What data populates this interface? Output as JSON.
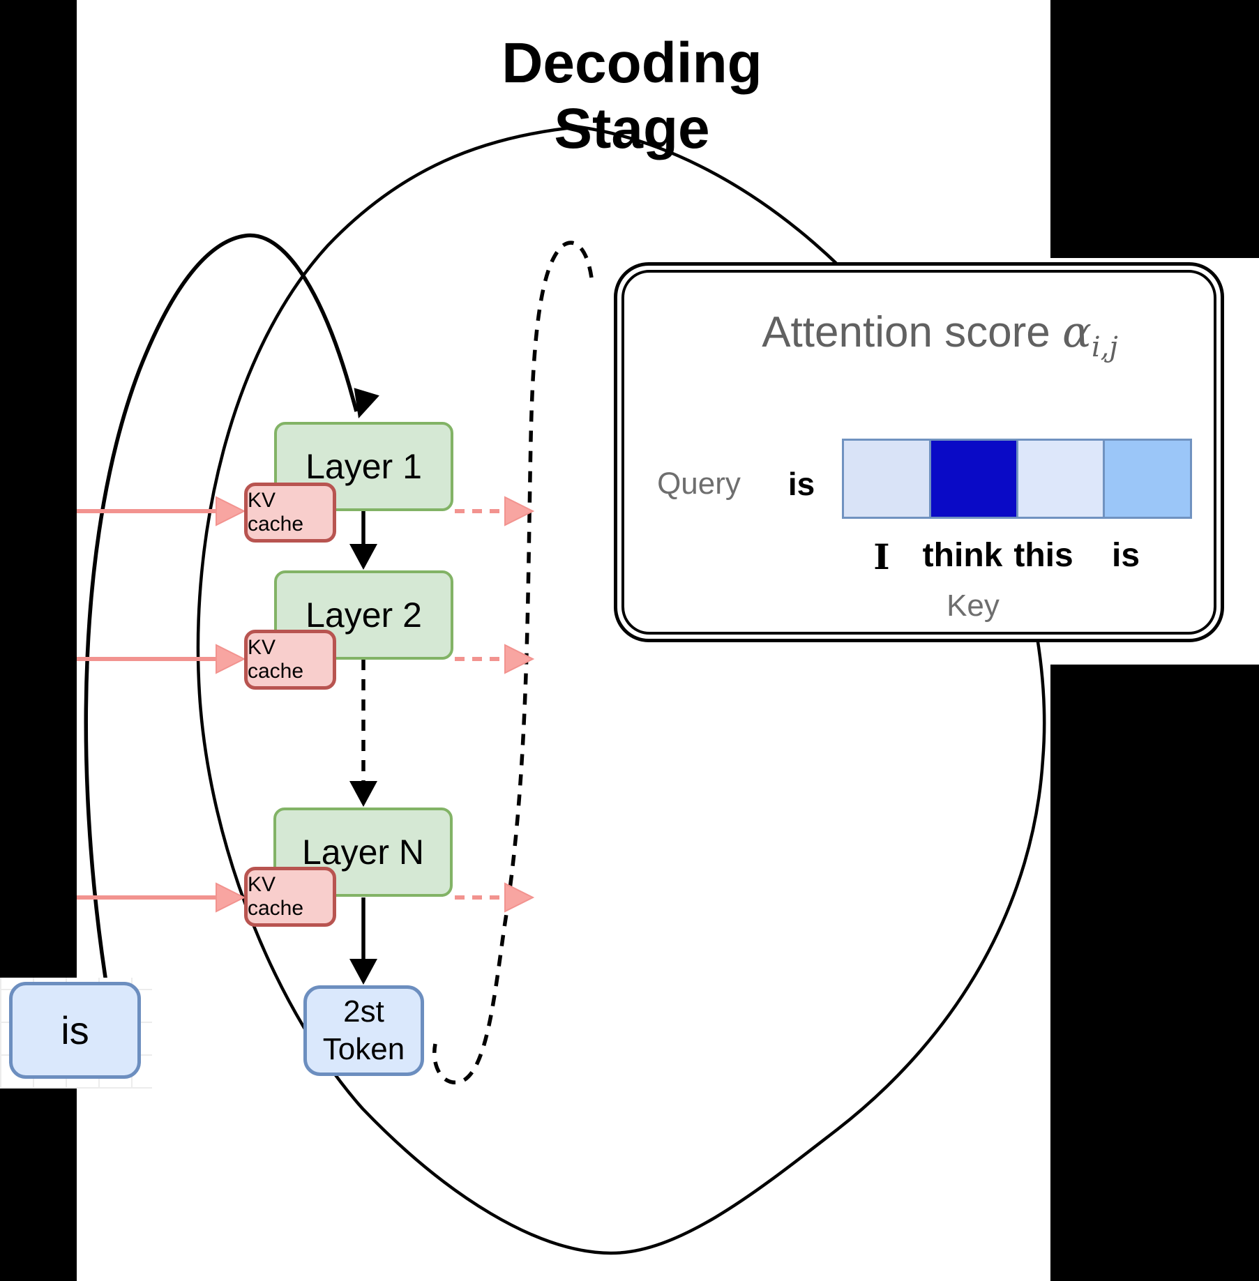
{
  "title": "Decoding Stage",
  "layers": [
    {
      "label": "Layer 1"
    },
    {
      "label": "Layer 2"
    },
    {
      "label": "Layer N"
    }
  ],
  "kv_cache_label": "KV cache",
  "input_token": "is",
  "output_token_line1": "2st",
  "output_token_line2": "Token",
  "panel": {
    "title_prefix": "Attention score ",
    "alpha_symbol": "α",
    "alpha_subscript": "i,j",
    "query_label": "Query",
    "query_token": "is",
    "key_label": "Key",
    "key_tokens": [
      "I",
      "think",
      "this",
      "is"
    ],
    "cells": [
      {
        "key": "I",
        "color": "#d9e3f7",
        "intensity": "low"
      },
      {
        "key": "think",
        "color": "#0a0ac6",
        "intensity": "very_high"
      },
      {
        "key": "this",
        "color": "#dde7fa",
        "intensity": "very_low"
      },
      {
        "key": "is",
        "color": "#9bc6f8",
        "intensity": "medium"
      }
    ],
    "cell_border_color": "#7092c0"
  },
  "colors": {
    "layer_fill": "#d5e8d4",
    "layer_border": "#82b366",
    "kv_fill": "#f8cecc",
    "kv_border": "#b85450",
    "token_fill": "#dae8fc",
    "token_border": "#6c8ebf",
    "pink_arrow": "#f2938f",
    "pink_arrow_head": "#f8a5a1",
    "background_mask": "#000000",
    "panel_text_gray": "#616161"
  },
  "chart_data": {
    "type": "heatmap",
    "title": "Attention score α i,j",
    "rows": [
      "is"
    ],
    "columns": [
      "I",
      "think",
      "this",
      "is"
    ],
    "row_axis_label": "Query",
    "col_axis_label": "Key",
    "values_qualitative": [
      [
        "low",
        "very_high",
        "very_low",
        "medium"
      ]
    ],
    "cell_colors": [
      [
        "#d9e3f7",
        "#0a0ac6",
        "#dde7fa",
        "#9bc6f8"
      ]
    ]
  }
}
